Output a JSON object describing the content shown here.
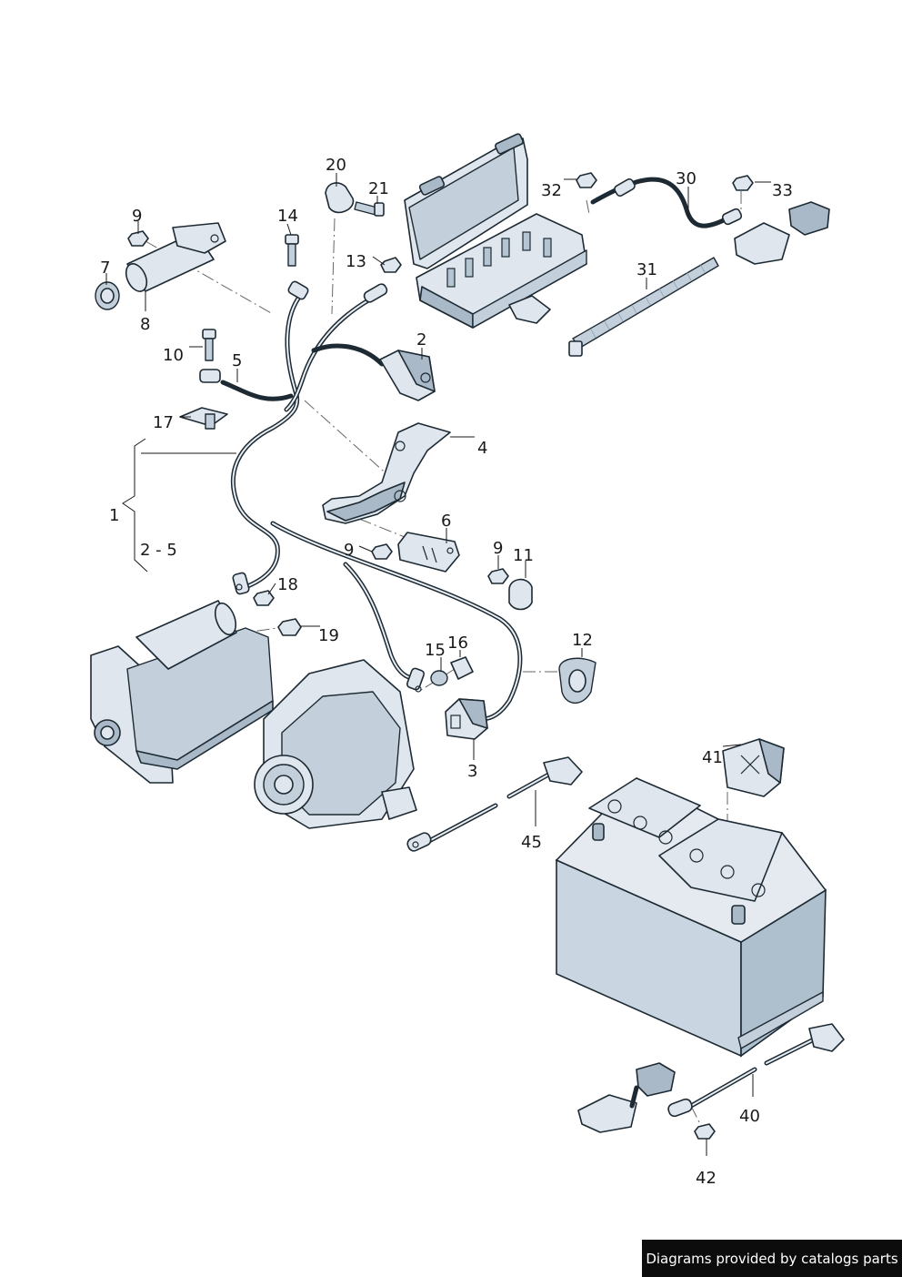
{
  "callouts": {
    "c1": "1",
    "c2": "2",
    "c2_5": "2 - 5",
    "c3": "3",
    "c4": "4",
    "c5": "5",
    "c6": "6",
    "c7": "7",
    "c8": "8",
    "c9a": "9",
    "c9b": "9",
    "c9c": "9",
    "c10": "10",
    "c11": "11",
    "c12": "12",
    "c13": "13",
    "c14": "14",
    "c15": "15",
    "c16": "16",
    "c17": "17",
    "c18": "18",
    "c19": "19",
    "c20": "20",
    "c21": "21",
    "c30": "30",
    "c31": "31",
    "c32": "32",
    "c33": "33",
    "c40": "40",
    "c41": "41",
    "c42": "42",
    "c45": "45"
  },
  "credit": {
    "text": "Diagrams provided by catalogs parts"
  },
  "colors": {
    "part_fill": "#dfe6ed",
    "part_shadow": "#a9b9c7",
    "outline": "#1d2a33",
    "credit_background": "#0c0c0c",
    "credit_text": "#ffffff"
  }
}
